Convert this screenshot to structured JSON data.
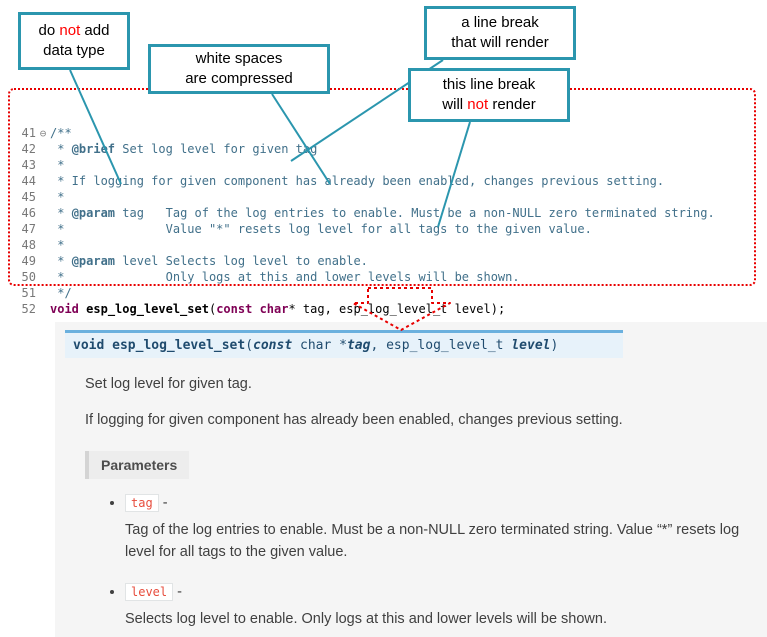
{
  "colors": {
    "callout_border": "#2b96ae",
    "annotation_red": "#ff0000",
    "dotted_outline_red": "#e80000",
    "code_comment": "#41708a",
    "code_keyword": "#7f0055",
    "line_number_gray": "#787878",
    "signature_bg": "#e7f2fa",
    "signature_border": "#6ab0de",
    "signature_text": "#1f4b6e",
    "param_literal_red": "#e74c3c",
    "panel_bg": "#f5f5f5",
    "body_text": "#404040"
  },
  "callouts": [
    {
      "name": "do-not-add-data-type",
      "lines": [
        [
          {
            "t": "do "
          },
          {
            "t": "not",
            "red": true
          },
          {
            "t": " add"
          }
        ],
        [
          {
            "t": "data type"
          }
        ]
      ]
    },
    {
      "name": "white-spaces-compressed",
      "lines": [
        [
          {
            "t": "white spaces"
          }
        ],
        [
          {
            "t": "are compressed"
          }
        ]
      ]
    },
    {
      "name": "line-break-renders",
      "lines": [
        [
          {
            "t": "a line break"
          }
        ],
        [
          {
            "t": "that will render"
          }
        ]
      ]
    },
    {
      "name": "line-break-not-render",
      "lines": [
        [
          {
            "t": "this line break"
          }
        ],
        [
          {
            "t": "will "
          },
          {
            "t": "not",
            "red": true
          },
          {
            "t": " render"
          }
        ]
      ]
    }
  ],
  "code": {
    "fold_icon": "⊖",
    "lines": [
      {
        "no": "41",
        "fold": true,
        "segs": [
          {
            "s": "c",
            "t": "/**"
          }
        ]
      },
      {
        "no": "42",
        "segs": [
          {
            "s": "c",
            "t": " * "
          },
          {
            "s": "ct",
            "t": "@brief"
          },
          {
            "s": "c",
            "t": " Set log level for given tag"
          }
        ]
      },
      {
        "no": "43",
        "segs": [
          {
            "s": "c",
            "t": " *"
          }
        ]
      },
      {
        "no": "44",
        "segs": [
          {
            "s": "c",
            "t": " * If logging for given component has already been enabled, changes previous setting."
          }
        ]
      },
      {
        "no": "45",
        "segs": [
          {
            "s": "c",
            "t": " *"
          }
        ]
      },
      {
        "no": "46",
        "segs": [
          {
            "s": "c",
            "t": " * "
          },
          {
            "s": "ct",
            "t": "@param"
          },
          {
            "s": "c",
            "t": " tag   Tag of the log entries to enable. Must be a non-NULL zero terminated string."
          }
        ]
      },
      {
        "no": "47",
        "segs": [
          {
            "s": "c",
            "t": " *              Value \"*\" resets log level for all tags to the given value."
          }
        ]
      },
      {
        "no": "48",
        "segs": [
          {
            "s": "c",
            "t": " *"
          }
        ]
      },
      {
        "no": "49",
        "segs": [
          {
            "s": "c",
            "t": " * "
          },
          {
            "s": "ct",
            "t": "@param"
          },
          {
            "s": "c",
            "t": " level Selects log level to enable."
          }
        ]
      },
      {
        "no": "50",
        "segs": [
          {
            "s": "c",
            "t": " *              Only logs at this and lower levels will be shown."
          }
        ]
      },
      {
        "no": "51",
        "segs": [
          {
            "s": "c",
            "t": " */"
          }
        ]
      },
      {
        "no": "52",
        "segs": [
          {
            "s": "kw",
            "t": "void"
          },
          {
            "s": "pl",
            "t": " "
          },
          {
            "s": "fn",
            "t": "esp_log_level_set"
          },
          {
            "s": "pl",
            "t": "("
          },
          {
            "s": "kw",
            "t": "const"
          },
          {
            "s": "pl",
            "t": " "
          },
          {
            "s": "kw",
            "t": "char"
          },
          {
            "s": "pl",
            "t": "* tag, esp_log_level_t level);"
          }
        ]
      }
    ]
  },
  "doc": {
    "signature": [
      {
        "t": "void ",
        "b": true
      },
      {
        "t": "esp_log_level_set",
        "b": true
      },
      {
        "t": "("
      },
      {
        "t": "const",
        "b": true,
        "i": true
      },
      {
        "t": " char *"
      },
      {
        "t": "tag",
        "b": true,
        "i": true
      },
      {
        "t": ", "
      },
      {
        "t": "esp_log_level_t "
      },
      {
        "t": "level",
        "b": true,
        "i": true
      },
      {
        "t": ")"
      }
    ],
    "paragraphs": [
      "Set log level for given tag.",
      "If logging for given component has already been enabled, changes previous setting."
    ],
    "parameters_label": "Parameters",
    "params": [
      {
        "name": "tag",
        "desc": "Tag of the log entries to enable. Must be a non-NULL zero terminated string. Value “*” resets log level for all tags to the given value."
      },
      {
        "name": "level",
        "desc": "Selects log level to enable. Only logs at this and lower levels will be shown."
      }
    ]
  }
}
